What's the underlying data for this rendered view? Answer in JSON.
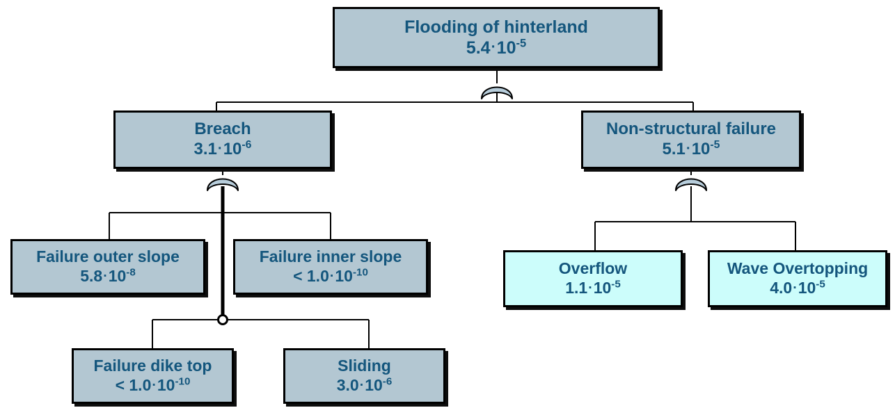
{
  "diagram": {
    "title": "Fault tree for flooding of hinterland",
    "type": "fault-tree",
    "colors": {
      "node_fill": "#b3c7d2",
      "leaf_highlight_fill": "#ccfdfb",
      "text": "#14567d",
      "border": "#000000",
      "shadow": "#0d0d0d",
      "gate_fill": "#b7cddb",
      "line": "#000000",
      "background": "#ffffff"
    },
    "gate_types": {
      "or": "or-gate",
      "junction": "junction-node"
    }
  },
  "nodes": {
    "root": {
      "id": "flooding-of-hinterland",
      "label": "Flooding of hinterland",
      "mantissa": "5.4",
      "base": "10",
      "exponent": "-5",
      "value_text": "5.4·10-5",
      "prefix": ""
    },
    "breach": {
      "id": "breach",
      "label": "Breach",
      "mantissa": "3.1",
      "base": "10",
      "exponent": "-6",
      "value_text": "3.1·10-6",
      "prefix": ""
    },
    "non_structural_failure": {
      "id": "non-structural-failure",
      "label": "Non-structural failure",
      "mantissa": "5.1",
      "base": "10",
      "exponent": "-5",
      "value_text": "5.1·10-5",
      "prefix": ""
    },
    "failure_outer_slope": {
      "id": "failure-outer-slope",
      "label": "Failure outer slope",
      "mantissa": "5.8",
      "base": "10",
      "exponent": "-8",
      "value_text": "5.8·10-8",
      "prefix": ""
    },
    "failure_inner_slope": {
      "id": "failure-inner-slope",
      "label": "Failure inner slope",
      "mantissa": "1.0",
      "base": "10",
      "exponent": "-10",
      "value_text": "< 1.0·10-10",
      "prefix": "< "
    },
    "failure_dike_top": {
      "id": "failure-dike-top",
      "label": "Failure dike top",
      "mantissa": "1.0",
      "base": "10",
      "exponent": "-10",
      "value_text": "< 1.0·10-10",
      "prefix": "< "
    },
    "sliding": {
      "id": "sliding",
      "label": "Sliding",
      "mantissa": "3.0",
      "base": "10",
      "exponent": "-6",
      "value_text": "3.0·10-6",
      "prefix": ""
    },
    "overflow": {
      "id": "overflow",
      "label": "Overflow",
      "mantissa": "1.1",
      "base": "10",
      "exponent": "-5",
      "value_text": "1.1·10-5",
      "prefix": ""
    },
    "wave_overtopping": {
      "id": "wave-overtopping",
      "label": "Wave Overtopping",
      "mantissa": "4.0",
      "base": "10",
      "exponent": "-5",
      "value_text": "4.0·10-5",
      "prefix": ""
    }
  },
  "gates": [
    {
      "id": "or-gate-root",
      "type": "or",
      "parent": "flooding-of-hinterland",
      "children": [
        "breach",
        "non-structural-failure"
      ]
    },
    {
      "id": "or-gate-breach",
      "type": "or",
      "parent": "breach",
      "children": [
        "failure-outer-slope",
        "failure-inner-slope",
        "junction-breach"
      ]
    },
    {
      "id": "or-gate-nonstr",
      "type": "or",
      "parent": "non-structural-failure",
      "children": [
        "overflow",
        "wave-overtopping"
      ]
    },
    {
      "id": "junction-breach",
      "type": "junction",
      "parent": "breach",
      "children": [
        "failure-dike-top",
        "sliding"
      ]
    }
  ],
  "symbols": {
    "multiplication_dot": "·"
  }
}
